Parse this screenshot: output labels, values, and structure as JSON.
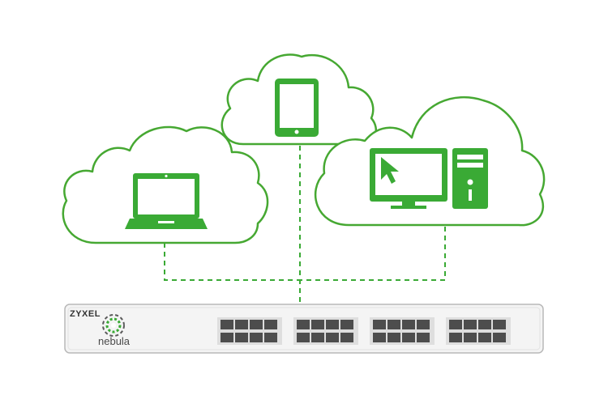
{
  "switch": {
    "brand": "ZYXEL",
    "product": "nebula",
    "port_groups": 4,
    "ports_per_row": 4,
    "rows": 2
  },
  "devices": [
    {
      "name": "laptop",
      "icon": "laptop-icon"
    },
    {
      "name": "tablet",
      "icon": "tablet-icon"
    },
    {
      "name": "desktop",
      "icon": "desktop-icon"
    }
  ],
  "colors": {
    "accent_green": "#3aaa35",
    "cloud_stroke": "#46a832",
    "switch_body": "#f4f4f4",
    "switch_border": "#b8b8b8",
    "port_gray": "#4d4d4d",
    "port_panel": "#dedede"
  }
}
